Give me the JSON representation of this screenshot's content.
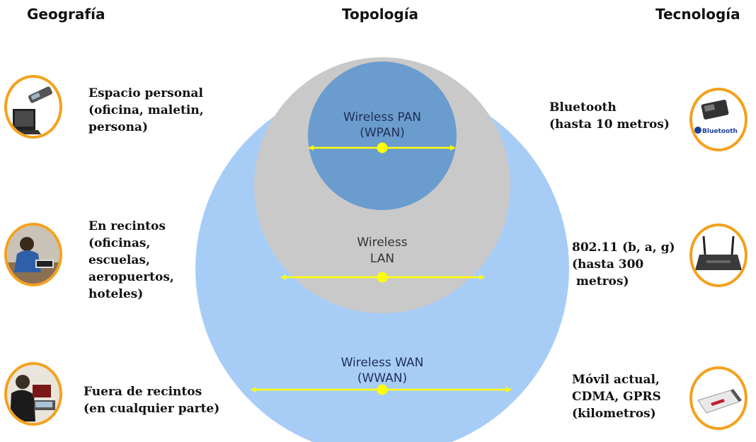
{
  "headers": {
    "geografia": "Geografía",
    "topologia": "Topología",
    "tecnologia": "Tecnología"
  },
  "geography": [
    {
      "lines": [
        "Espacio personal",
        "(oficina, maletin,",
        "persona)"
      ],
      "icon": "laptop-phone-icon"
    },
    {
      "lines": [
        "En recintos",
        "(oficinas,",
        "escuelas,",
        "aeropuertos,",
        "hoteles)"
      ],
      "icon": "office-worker-icon"
    },
    {
      "lines": [
        "Fuera de recintos",
        "(en cualquier parte)"
      ],
      "icon": "outdoor-user-icon"
    }
  ],
  "technology": [
    {
      "lines": [
        "Bluetooth",
        "(hasta 10 metros)"
      ],
      "icon": "bluetooth-icon",
      "badge": "Bluetooth"
    },
    {
      "lines": [
        "802.11 (b, a, g)",
        "(hasta 300",
        " metros)"
      ],
      "icon": "wireless-router-icon"
    },
    {
      "lines": [
        "Móvil actual,",
        "CDMA, GPRS",
        "(kilometros)"
      ],
      "icon": "pc-card-icon"
    }
  ],
  "circles": {
    "wpan": {
      "line1": "Wireless PAN",
      "line2": "(WPAN)"
    },
    "wlan": {
      "line1": "Wireless",
      "line2": "LAN"
    },
    "wwan": {
      "line1": "Wireless WAN",
      "line2": "(WWAN)"
    }
  },
  "colors": {
    "wwan": "#a7cdf7",
    "wlan": "#c9c9c9",
    "wpan": "#6a9cce",
    "range_line": "#ffff00",
    "icon_ring": "#f4a11c"
  }
}
